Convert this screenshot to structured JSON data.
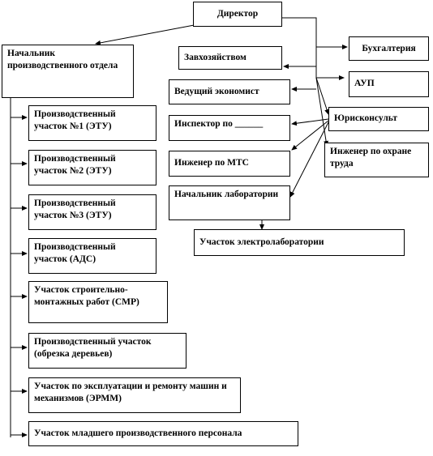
{
  "colors": {
    "line": "#000000",
    "box_border": "#000000",
    "background": "#ffffff"
  },
  "nodes": {
    "director": "Директор",
    "head_production": "Начальник производственного отдела",
    "supply": "Завхозяйством",
    "lead_economist": "Ведущий экономист",
    "inspector": "Инспектор по ______",
    "engineer_mts": "Инженер по МТС",
    "head_lab": "Начальник лаборатории",
    "lab_site": "Участок электролаборатории",
    "accounting": "Бухгалтерия",
    "aup": "АУП",
    "legal": "Юрисконсульт",
    "safety_engineer": "Инженер по охране труда",
    "site1": "Производственный участок №1 (ЭТУ)",
    "site2": "Производственный участок №2 (ЭТУ)",
    "site3": "Производственный участок №3 (ЭТУ)",
    "site_ads": "Производственный участок (АДС)",
    "site_smr": "Участок строительно-монтажных работ (СМР)",
    "site_trees": "Производственный участок (обрезка деревьев)",
    "site_ermm": "Участок по эксплуатации и ремонту машин и механизмов (ЭРММ)",
    "site_junior": "Участок младшего производственного персонала"
  }
}
